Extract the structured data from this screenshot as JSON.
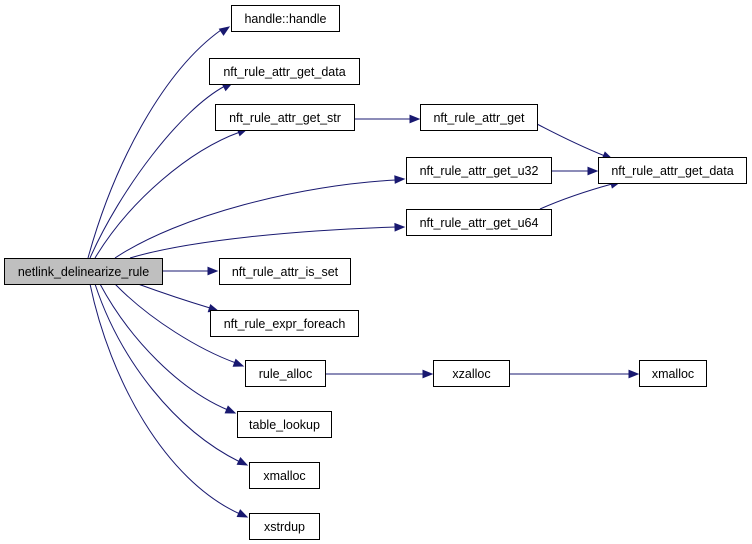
{
  "graph": {
    "root": {
      "id": "n0",
      "label": "netlink_delinearize_rule"
    },
    "nodes": [
      {
        "id": "n1",
        "label": "handle::handle"
      },
      {
        "id": "n2",
        "label": "nft_rule_attr_get_data"
      },
      {
        "id": "n3",
        "label": "nft_rule_attr_get_str"
      },
      {
        "id": "n4",
        "label": "nft_rule_attr_get_u32"
      },
      {
        "id": "n5",
        "label": "nft_rule_attr_get_u64"
      },
      {
        "id": "n6",
        "label": "nft_rule_attr_is_set"
      },
      {
        "id": "n7",
        "label": "nft_rule_expr_foreach"
      },
      {
        "id": "n8",
        "label": "rule_alloc"
      },
      {
        "id": "n9",
        "label": "table_lookup"
      },
      {
        "id": "n10",
        "label": "xmalloc"
      },
      {
        "id": "n11",
        "label": "xstrdup"
      },
      {
        "id": "n12",
        "label": "nft_rule_attr_get"
      },
      {
        "id": "n13",
        "label": "nft_rule_attr_get_data"
      },
      {
        "id": "n14",
        "label": "xzalloc"
      },
      {
        "id": "n15",
        "label": "xmalloc"
      }
    ],
    "edges": [
      {
        "from": "n0",
        "to": "n1"
      },
      {
        "from": "n0",
        "to": "n2"
      },
      {
        "from": "n0",
        "to": "n3"
      },
      {
        "from": "n0",
        "to": "n4"
      },
      {
        "from": "n0",
        "to": "n5"
      },
      {
        "from": "n0",
        "to": "n6"
      },
      {
        "from": "n0",
        "to": "n7"
      },
      {
        "from": "n0",
        "to": "n8"
      },
      {
        "from": "n0",
        "to": "n9"
      },
      {
        "from": "n0",
        "to": "n10"
      },
      {
        "from": "n0",
        "to": "n11"
      },
      {
        "from": "n3",
        "to": "n12"
      },
      {
        "from": "n12",
        "to": "n13"
      },
      {
        "from": "n4",
        "to": "n13"
      },
      {
        "from": "n5",
        "to": "n13"
      },
      {
        "from": "n8",
        "to": "n14"
      },
      {
        "from": "n14",
        "to": "n15"
      }
    ],
    "colors": {
      "edge": "#191970",
      "root_fill": "#bfbfbf",
      "node_fill": "#ffffff",
      "border": "#000000"
    }
  }
}
